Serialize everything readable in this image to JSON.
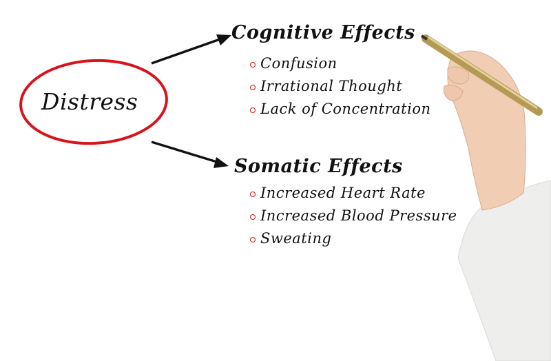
{
  "center": {
    "label": "Distress"
  },
  "branches": [
    {
      "title": "Cognitive Effects",
      "items": [
        "Confusion",
        "Irrational Thought",
        "Lack of Concentration"
      ]
    },
    {
      "title": "Somatic Effects",
      "items": [
        "Increased Heart Rate",
        "Increased Blood Pressure",
        "Sweating"
      ]
    }
  ],
  "colors": {
    "circle": "#d8131a",
    "text": "#111111",
    "pen": "#b59a55"
  }
}
